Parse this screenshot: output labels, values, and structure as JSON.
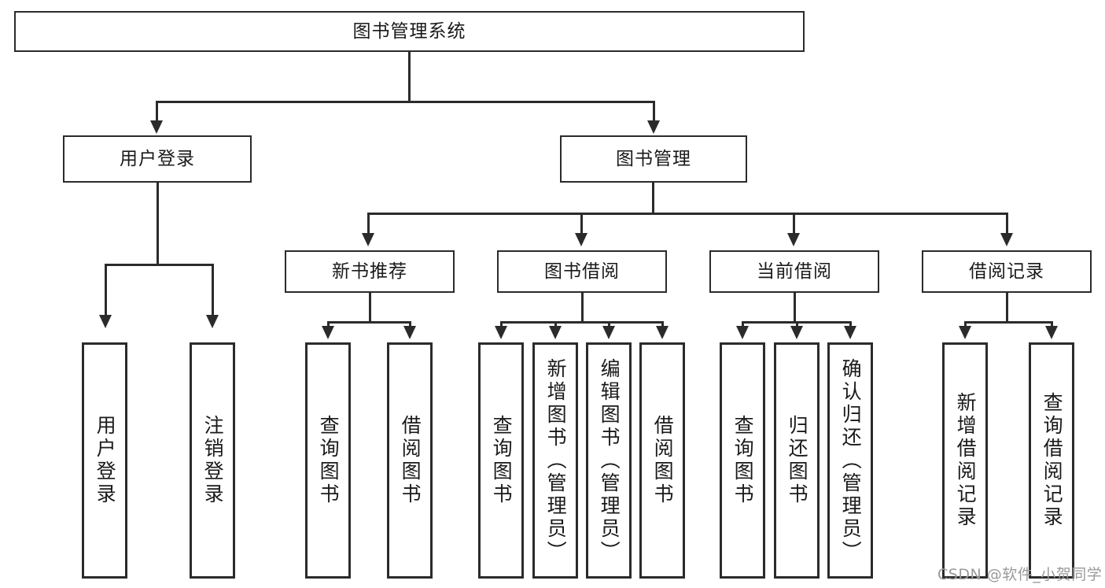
{
  "diagram": {
    "title_node": {
      "label": "图书管理系统"
    },
    "level2": [
      {
        "label": "用户登录"
      },
      {
        "label": "图书管理"
      }
    ],
    "level3": [
      {
        "label": "新书推荐"
      },
      {
        "label": "图书借阅"
      },
      {
        "label": "当前借阅"
      },
      {
        "label": "借阅记录"
      }
    ],
    "leaves": {
      "user_login": [
        {
          "label": "用户登录"
        },
        {
          "label": "注销登录"
        }
      ],
      "new_book_recommend": [
        {
          "label": "查询图书"
        },
        {
          "label": "借阅图书"
        }
      ],
      "book_borrow": [
        {
          "label": "查询图书"
        },
        {
          "label": "新增图书（管理员）"
        },
        {
          "label": "编辑图书（管理员）"
        },
        {
          "label": "借阅图书"
        }
      ],
      "current_borrow": [
        {
          "label": "查询图书"
        },
        {
          "label": "归还图书"
        },
        {
          "label": "确认归还（管理员）"
        }
      ],
      "borrow_record": [
        {
          "label": "新增借阅记录"
        },
        {
          "label": "查询借阅记录"
        }
      ]
    },
    "watermark": "CSDN @软件_小贺同学",
    "colors": {
      "stroke": "#2b2b2b",
      "text": "#1a1a1a",
      "background": "#ffffff",
      "watermark": "#9a9a9a"
    }
  }
}
